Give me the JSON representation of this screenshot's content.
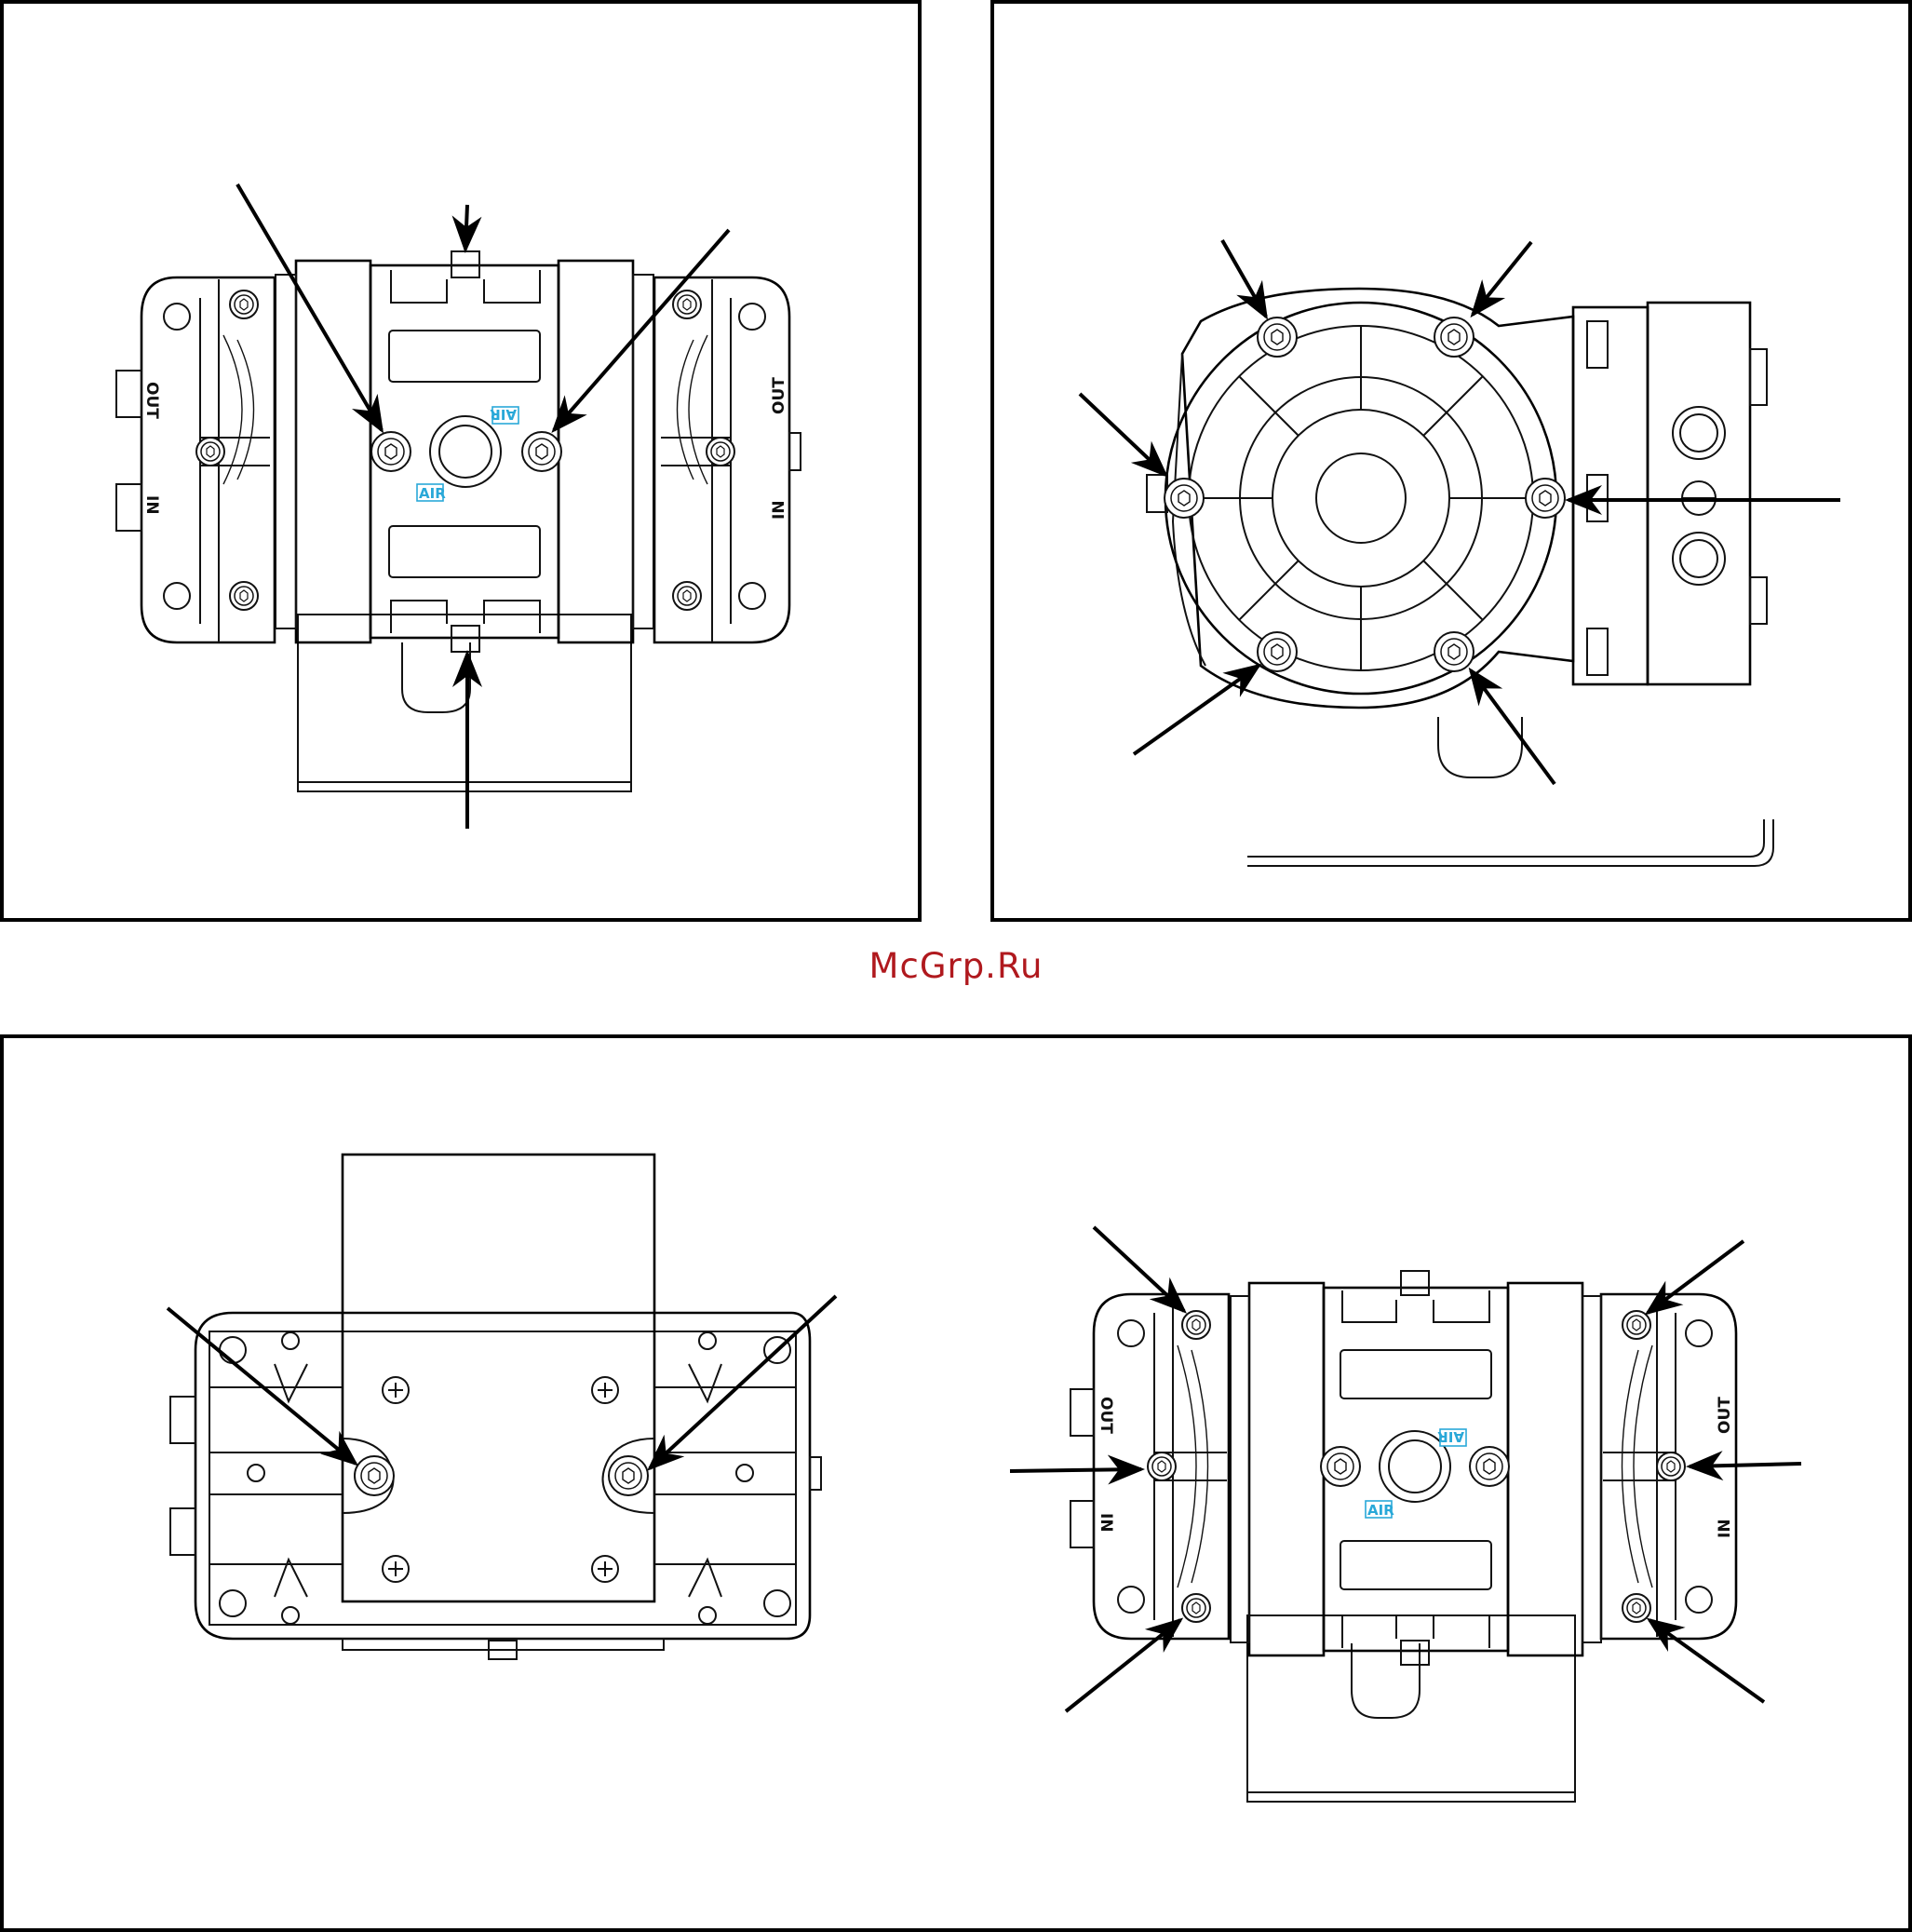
{
  "watermark": "McGrp.Ru",
  "labels": {
    "out": "OUT",
    "in": "IN",
    "air": "AIR"
  },
  "colors": {
    "line": "#111111",
    "air_label": "#29a8d8",
    "watermark": "#b0191e"
  }
}
